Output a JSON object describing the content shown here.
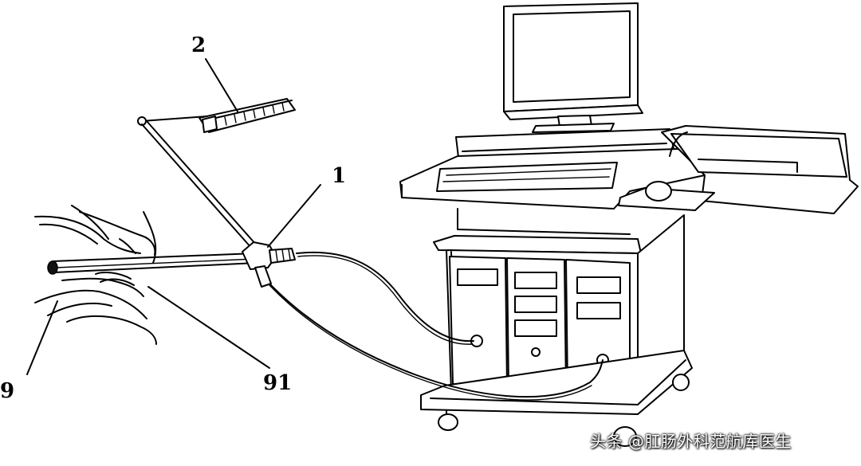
{
  "labels": {
    "scope_holder": "2",
    "rectoscope": "1",
    "patient": "9",
    "anus": "91"
  },
  "watermark": "头条 @肛肠外科范航库医生",
  "colors": {
    "line": "#000000",
    "background": "#ffffff"
  }
}
